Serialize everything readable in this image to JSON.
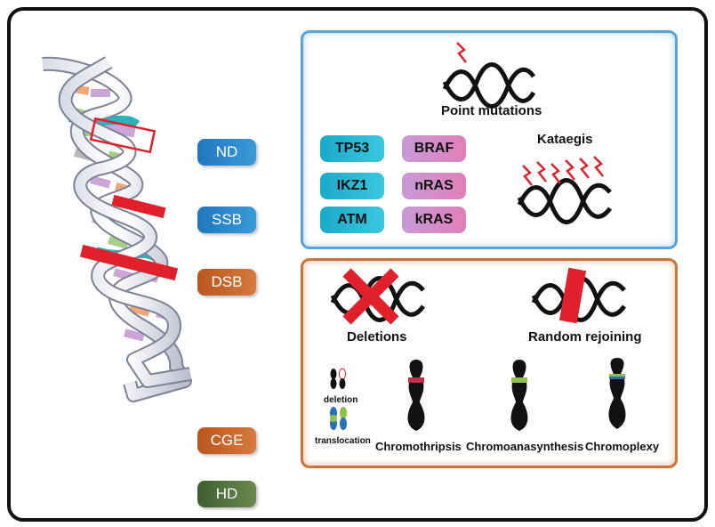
{
  "dna_labels": [
    {
      "text": "ND",
      "color": "#2b86c9"
    },
    {
      "text": "SSB",
      "color": "#2b86c9"
    },
    {
      "text": "DSB",
      "color": "#c8632a"
    },
    {
      "text": "CGE",
      "color": "#c8632a"
    },
    {
      "text": "HD",
      "color": "#4c6a3a"
    }
  ],
  "blue_panel": {
    "point_mutations": "Point mutations",
    "kataegis": "Kataegis",
    "genes_left": [
      "TP53",
      "IKZ1",
      "ATM"
    ],
    "genes_right": [
      "BRAF",
      "nRAS",
      "kRAS"
    ]
  },
  "orange_panel": {
    "deletions": "Deletions",
    "random_rejoining": "Random rejoining",
    "deletion": "deletion",
    "translocation": "translocation",
    "chromothripsis": "Chromothripsis",
    "chromoanasynthesis": "Chromoanasynthesis",
    "chromoplexy": "Chromoplexy"
  },
  "colors": {
    "mutation_bolt": "#e0202a",
    "break_bar": "#e0202a"
  }
}
